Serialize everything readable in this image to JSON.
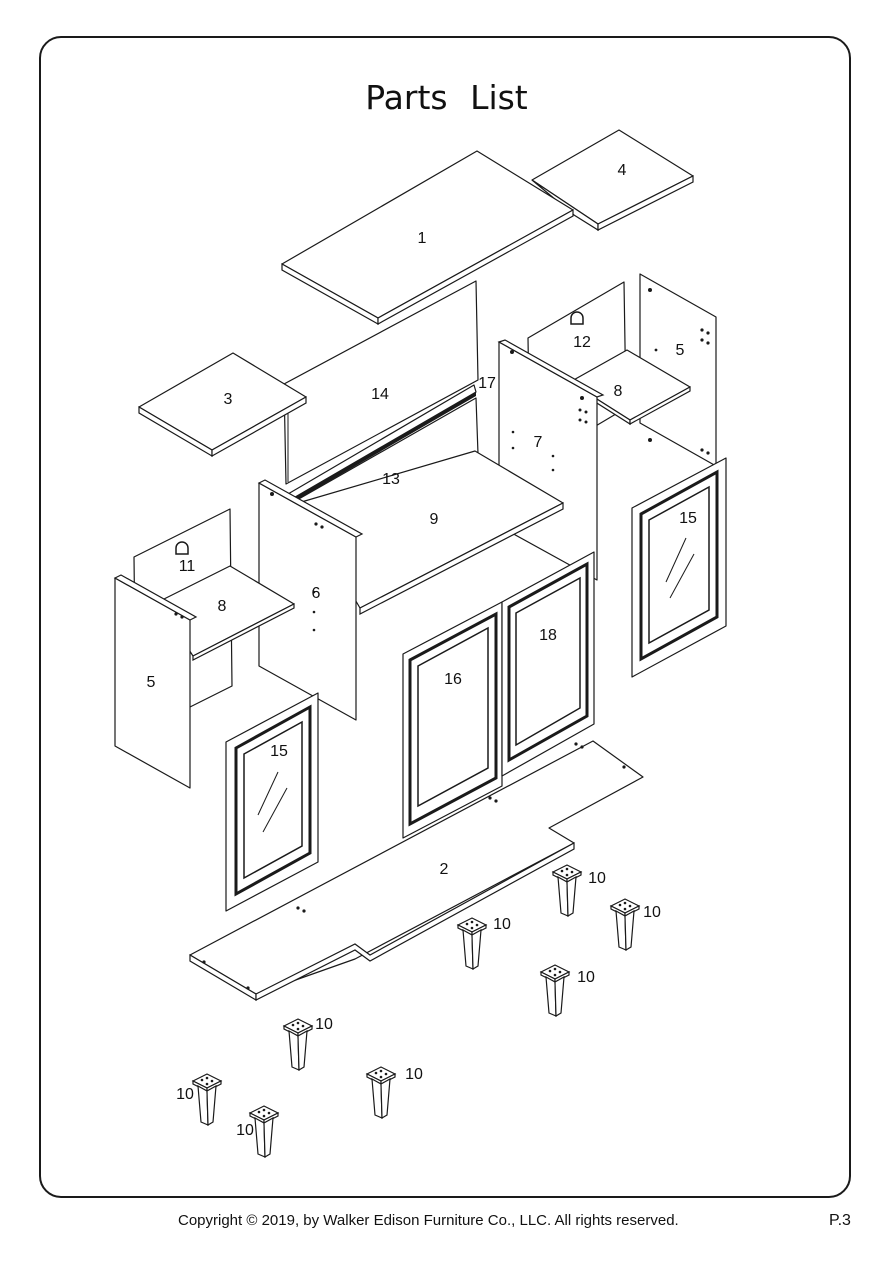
{
  "title": "Parts  List",
  "footer": {
    "copyright": "Copyright  © 2019, by Walker Edison Furniture Co., LLC. All rights reserved.",
    "page": "P.3"
  },
  "parts": {
    "p1": "1",
    "p2": "2",
    "p3": "3",
    "p4": "4",
    "p5a": "5",
    "p5b": "5",
    "p6": "6",
    "p7": "7",
    "p8a": "8",
    "p8b": "8",
    "p9": "9",
    "p10a": "10",
    "p10b": "10",
    "p10c": "10",
    "p10d": "10",
    "p10e": "10",
    "p10f": "10",
    "p10g": "10",
    "p10h": "10",
    "p11": "11",
    "p12": "12",
    "p13": "13",
    "p14": "14",
    "p15a": "15",
    "p15b": "15",
    "p16": "16",
    "p17": "17",
    "p18": "18"
  }
}
